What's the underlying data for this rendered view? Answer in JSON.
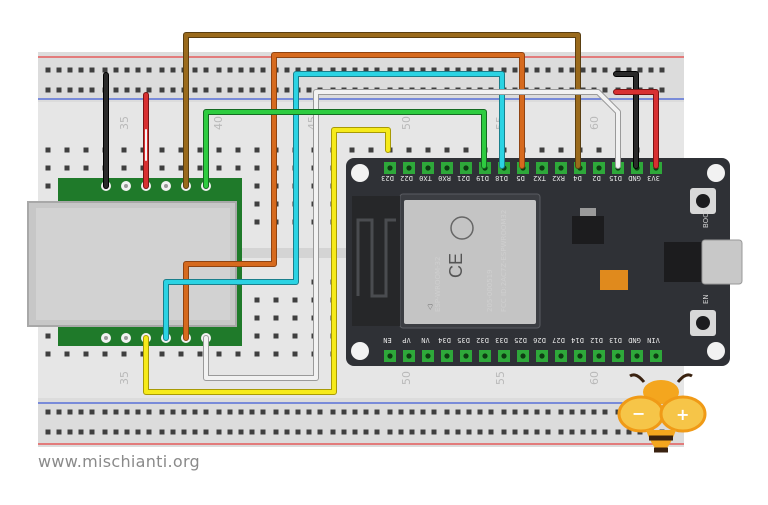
{
  "watermark": "www.mischianti.org",
  "breadboard": {
    "column_numbers_top": [
      "35",
      "40",
      "45",
      "50",
      "55",
      "60"
    ],
    "column_numbers_bottom": [
      "35",
      "50",
      "55",
      "60"
    ]
  },
  "esp32": {
    "top_pins": [
      "3V3",
      "GND",
      "D15",
      "D2",
      "D4",
      "RX2",
      "TX2",
      "D5",
      "D18",
      "D19",
      "D21",
      "RX0",
      "TX0",
      "D22",
      "D23"
    ],
    "bottom_pins": [
      "VIN",
      "GND",
      "D13",
      "D12",
      "D14",
      "D27",
      "D26",
      "D25",
      "D33",
      "D32",
      "D35",
      "D34",
      "VN",
      "VP",
      "EN"
    ],
    "module_name": "ESP-WROOM-32",
    "module_text": [
      "FCC ID:2AC7Z-ESPWROOM32",
      "205-000519",
      "CE"
    ],
    "buttons": [
      "BOOT",
      "EN"
    ]
  },
  "colors": {
    "breadboard": "#e9e9e9",
    "pcb_green": "#1f7a2a",
    "esp32_board": "#2f3136",
    "wire_brown": "#9a6a1c",
    "wire_orange": "#d66a1e",
    "wire_cyan": "#2bb9c9",
    "wire_white": "#d8d8d8",
    "wire_green": "#2aa13a",
    "wire_yellow": "#f2e20d",
    "wire_red": "#c8282a",
    "wire_black": "#1a1a1a"
  }
}
